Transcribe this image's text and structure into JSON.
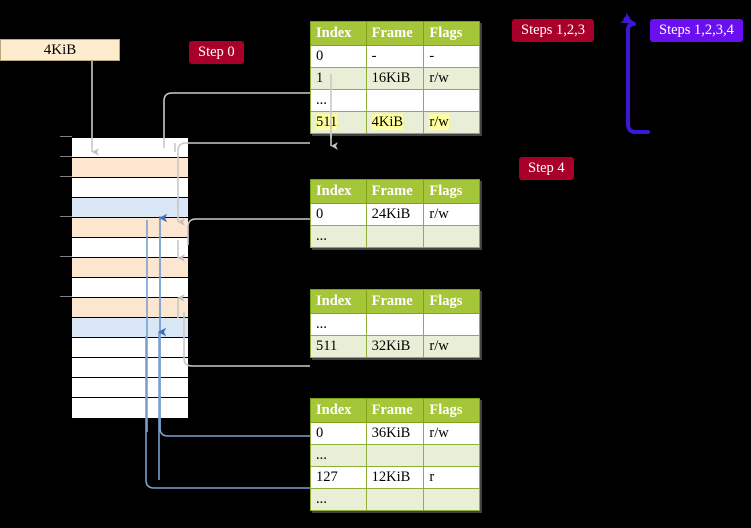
{
  "memory": {
    "band_label": "4KiB",
    "rows": [
      {
        "fill": "white"
      },
      {
        "fill": "peach"
      },
      {
        "fill": "white"
      },
      {
        "fill": "blue"
      },
      {
        "fill": "peach"
      },
      {
        "fill": "white"
      },
      {
        "fill": "peach"
      },
      {
        "fill": "white"
      },
      {
        "fill": "peach"
      },
      {
        "fill": "blue"
      },
      {
        "fill": "white"
      },
      {
        "fill": "white"
      },
      {
        "fill": "white"
      },
      {
        "fill": "white"
      }
    ]
  },
  "labels": {
    "step0": "Step 0",
    "step4": "Step 4",
    "steps_123": "Steps 1,2,3",
    "steps_1234": "Steps 1,2,3,4"
  },
  "colors": {
    "pill_red": "#a80028",
    "pill_violet": "#6a0ff0",
    "table_header": "#a6c639",
    "table_row_alt": "#e9eed6",
    "highlight": "#ffff9e",
    "mem_peach": "#fde6d0",
    "mem_blue": "#d9e6f6",
    "band": "#fdeccd",
    "wire_grey": "#c9c9c9",
    "wire_blue": "#7b9fd0",
    "bracket_blue": "#3d17d6"
  },
  "tables": [
    {
      "id": "table-level-1",
      "headers": [
        "Index",
        "Frame",
        "Flags"
      ],
      "rows": [
        {
          "index": "0",
          "frame": "-",
          "flags": "-",
          "highlight": false
        },
        {
          "index": "1",
          "frame": "16KiB",
          "flags": "r/w",
          "highlight": false
        },
        {
          "index": "...",
          "frame": "",
          "flags": "",
          "highlight": false
        },
        {
          "index": "511",
          "frame": "4KiB",
          "flags": "r/w",
          "highlight": true
        }
      ]
    },
    {
      "id": "table-level-2",
      "headers": [
        "Index",
        "Frame",
        "Flags"
      ],
      "rows": [
        {
          "index": "0",
          "frame": "24KiB",
          "flags": "r/w",
          "highlight": false
        },
        {
          "index": "...",
          "frame": "",
          "flags": "",
          "highlight": false
        }
      ]
    },
    {
      "id": "table-level-3",
      "headers": [
        "Index",
        "Frame",
        "Flags"
      ],
      "rows": [
        {
          "index": "...",
          "frame": "",
          "flags": "",
          "highlight": false
        },
        {
          "index": "511",
          "frame": "32KiB",
          "flags": "r/w",
          "highlight": false
        }
      ]
    },
    {
      "id": "table-level-4",
      "headers": [
        "Index",
        "Frame",
        "Flags"
      ],
      "rows": [
        {
          "index": "0",
          "frame": "36KiB",
          "flags": "r/w",
          "highlight": false
        },
        {
          "index": "...",
          "frame": "",
          "flags": "",
          "highlight": false
        },
        {
          "index": "127",
          "frame": "12KiB",
          "flags": "r",
          "highlight": false
        },
        {
          "index": "...",
          "frame": "",
          "flags": "",
          "highlight": false
        }
      ]
    }
  ]
}
